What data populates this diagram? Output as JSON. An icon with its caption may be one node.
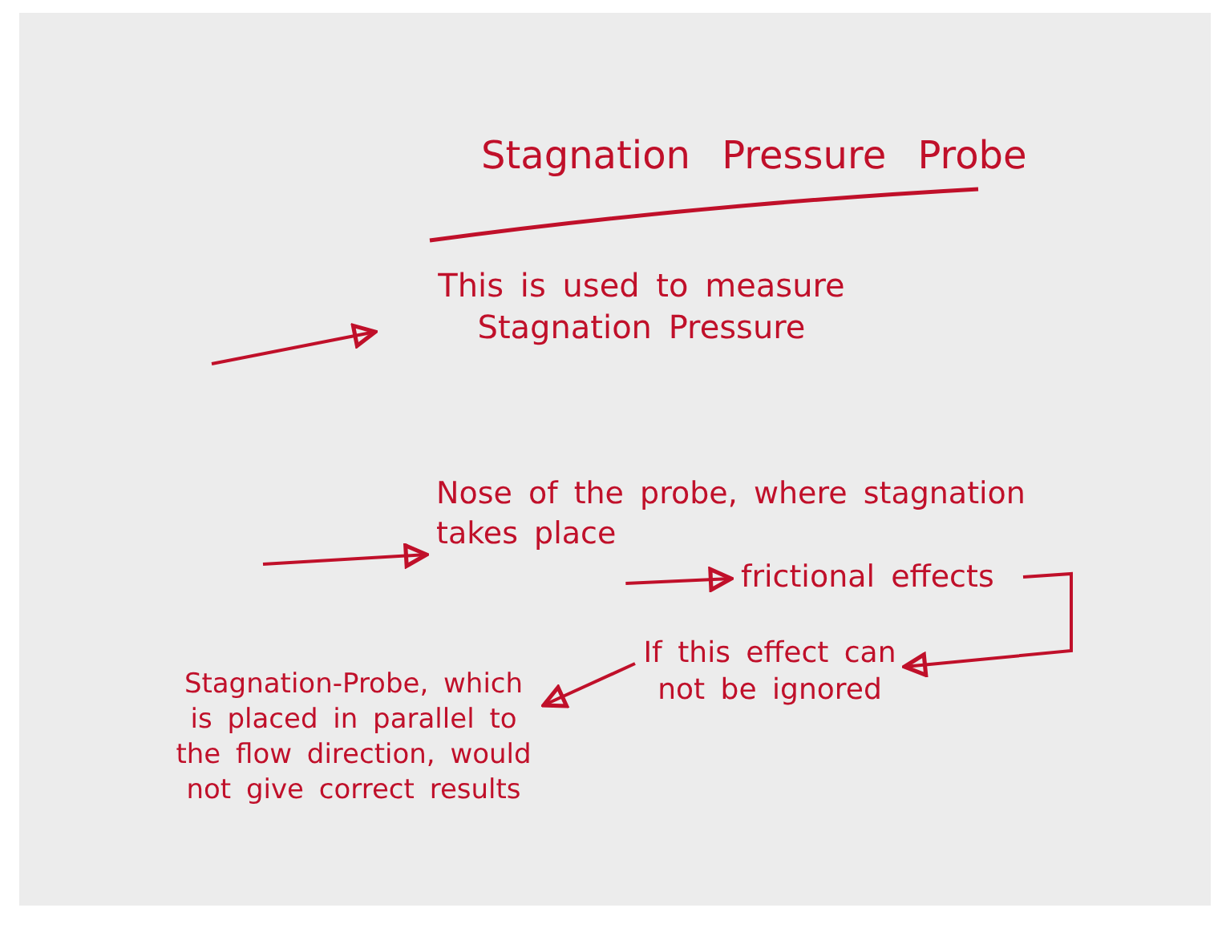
{
  "diagram": {
    "title": "Stagnation Pressure Probe",
    "nodes": [
      {
        "text": [
          "This is used to measure Stagnation Pressure"
        ]
      },
      {
        "text": [
          "Nose of the probe, where stagnation takes place"
        ]
      },
      {
        "text": [
          "frictional effects"
        ]
      },
      {
        "text": [
          "If this effect can not be ignored"
        ]
      },
      {
        "text": [
          "Stagnation-Probe, which is placed in parallel to the flow direction, would not give correct results"
        ]
      }
    ],
    "edges": [
      {
        "from": null,
        "to": 0,
        "arrow": "to"
      },
      {
        "from": null,
        "to": 1,
        "arrow": "to"
      },
      {
        "from": 1,
        "to": 2,
        "arrow": "to"
      },
      {
        "from": 2,
        "to": 3,
        "arrow": "to"
      },
      {
        "from": 3,
        "to": 4,
        "arrow": "to"
      }
    ]
  }
}
